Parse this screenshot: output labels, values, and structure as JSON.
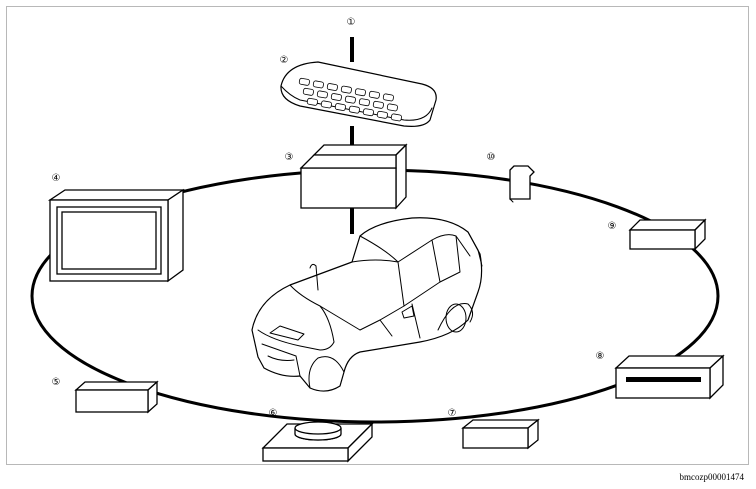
{
  "callouts": [
    {
      "id": "1",
      "label": "①"
    },
    {
      "id": "2",
      "label": "②"
    },
    {
      "id": "3",
      "label": "③"
    },
    {
      "id": "4",
      "label": "④"
    },
    {
      "id": "5",
      "label": "⑤"
    },
    {
      "id": "6",
      "label": "⑥"
    },
    {
      "id": "7",
      "label": "⑦"
    },
    {
      "id": "8",
      "label": "⑧"
    },
    {
      "id": "9",
      "label": "⑨"
    },
    {
      "id": "10",
      "label": "⑩"
    }
  ],
  "reference_code": "bmcozp00001474",
  "icons": [
    "antenna-line-icon",
    "remote-control-icon",
    "control-unit-icon",
    "display-screen-icon",
    "module-box-icon",
    "puck-device-icon",
    "disc-player-icon",
    "sd-card-icon",
    "car-icon"
  ]
}
